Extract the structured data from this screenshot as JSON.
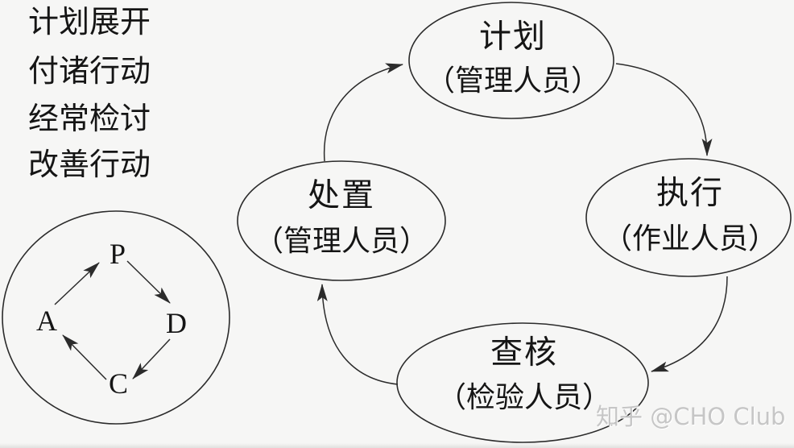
{
  "left_notes": {
    "lines": [
      "计划展开",
      "付诸行动",
      "经常检讨",
      "改善行动"
    ]
  },
  "pdca_circle": {
    "letters": {
      "plan": "P",
      "do": "D",
      "check": "C",
      "act": "A"
    }
  },
  "cycle_nodes": {
    "plan": {
      "title": "计划",
      "subtitle": "（管理人员）"
    },
    "do": {
      "title": "执行",
      "subtitle": "（作业人员）"
    },
    "check": {
      "title": "查核",
      "subtitle": "（检验人员）"
    },
    "act": {
      "title": "处置",
      "subtitle": "（管理人员）"
    }
  },
  "watermark": {
    "text": "知乎 @CHO Club"
  },
  "colors": {
    "line": "#2b2b2b",
    "text": "#151515",
    "watermark_gray": "#c6c6c6",
    "background": "#f6f6f5"
  }
}
